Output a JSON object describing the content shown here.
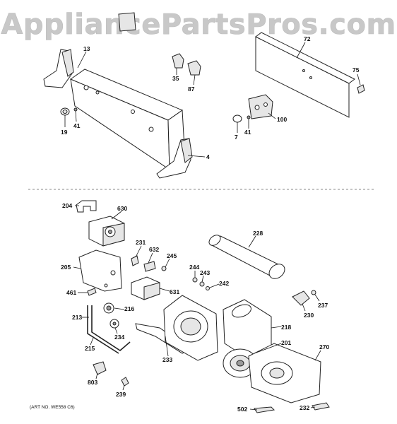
{
  "watermark": "AppliancePartsPros.com",
  "art_number": "(ART NO. WE558 C6)",
  "callouts": {
    "c13": "13",
    "c35": "35",
    "c87": "87",
    "c72": "72",
    "c75": "75",
    "c19": "19",
    "c41a": "41",
    "c41b": "41",
    "c100": "100",
    "c7": "7",
    "c4": "4",
    "c204": "204",
    "c630": "630",
    "c228": "228",
    "c231": "231",
    "c632": "632",
    "c245": "245",
    "c205": "205",
    "c244": "244",
    "c243": "243",
    "c242": "242",
    "c461": "461",
    "c631": "631",
    "c237": "237",
    "c213": "213",
    "c216": "216",
    "c230": "230",
    "c218": "218",
    "c234": "234",
    "c201": "201",
    "c270": "270",
    "c215": "215",
    "c233": "233",
    "c803": "803",
    "c239": "239",
    "c502": "502",
    "c232": "232"
  }
}
